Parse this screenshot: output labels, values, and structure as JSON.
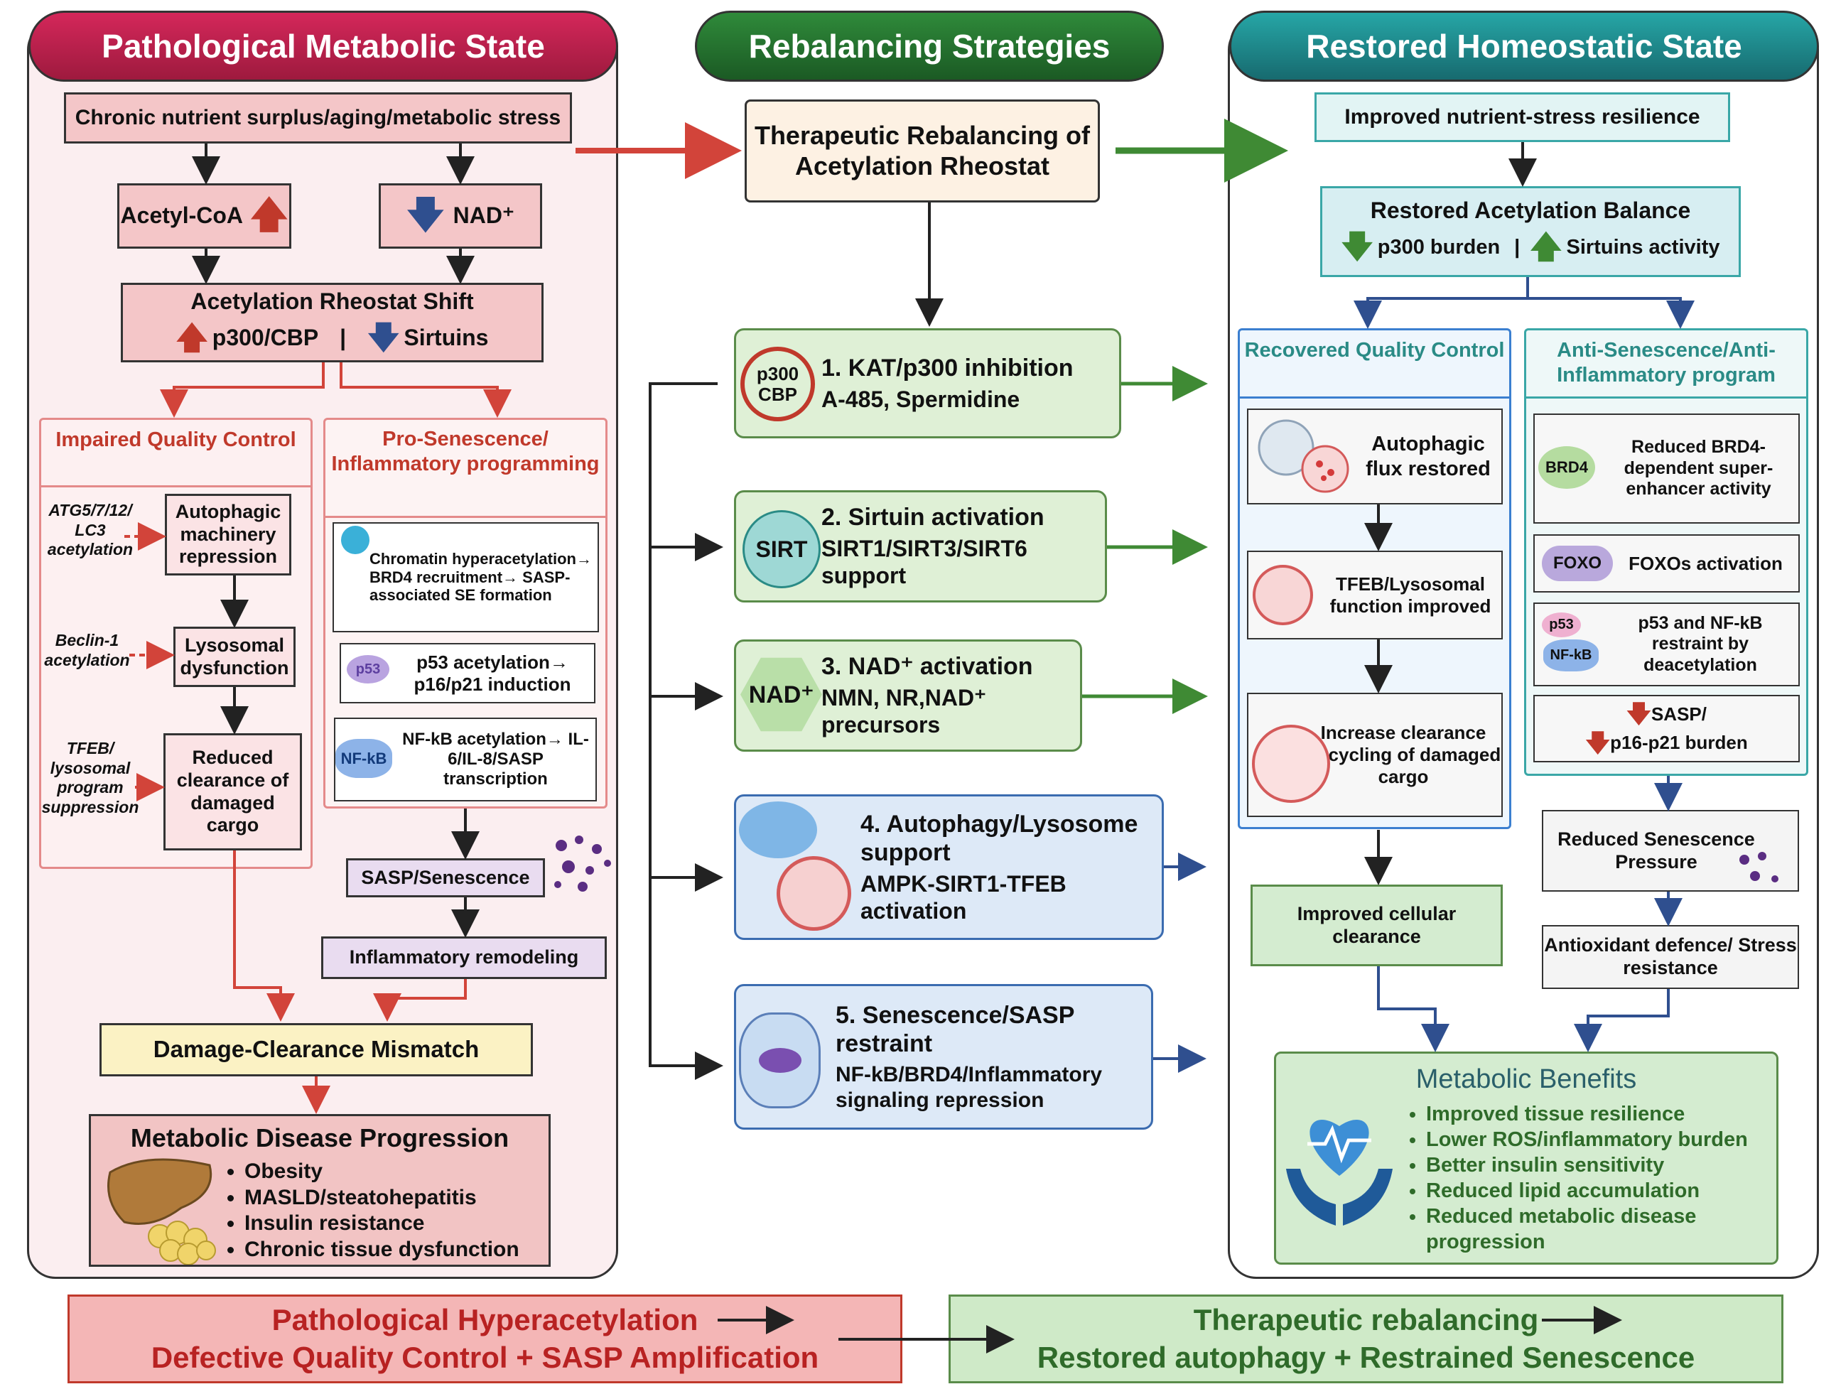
{
  "headers": {
    "left": "Pathological Metabolic State",
    "middle": "Rebalancing Strategies",
    "right": "Restored Homeostatic State"
  },
  "left": {
    "stress": "Chronic nutrient surplus/aging/metabolic stress",
    "acetyl": "Acetyl-CoA",
    "nad": "NAD⁺",
    "shift_title": "Acetylation Rheostat Shift",
    "shift_a": "p300/CBP",
    "shift_b": "Sirtuins",
    "iqc_title": "Impaired Quality Control",
    "iqc_l1": "ATG5/7/12/ LC3 acetylation",
    "iqc_b1": "Autophagic machinery repression",
    "iqc_l2": "Beclin-1 acetylation",
    "iqc_b2": "Lysosomal dysfunction",
    "iqc_l3": "TFEB/ lysosomal program suppression",
    "iqc_b3": "Reduced clearance of damaged cargo",
    "ps_title": "Pro-Senescence/ Inflammatory programming",
    "ps_b1": "Chromatin hyperacetylation→ BRD4 recruitment→ SASP-associated SE formation",
    "ps_p53": "p53",
    "ps_b2": "p53 acetylation→ p16/p21 induction",
    "ps_nfkb": "NF-kB",
    "ps_b3": "NF-kB acetylation→ IL-6/IL-8/SASP transcription",
    "sasp": "SASP/Senescence",
    "infl": "Inflammatory remodeling",
    "mismatch": "Damage-Clearance Mismatch",
    "prog_title": "Metabolic Disease Progression",
    "prog_items": [
      "Obesity",
      "MASLD/steatohepatitis",
      "Insulin resistance",
      "Chronic tissue dysfunction"
    ]
  },
  "middle": {
    "ther": "Therapeutic Rebalancing of Acetylation Rheostat",
    "s1_icon": "p300 CBP",
    "s1_t": "1. KAT/p300 inhibition",
    "s1_d": "A-485, Spermidine",
    "s2_icon": "SIRT",
    "s2_t": "2. Sirtuin activation",
    "s2_d": "SIRT1/SIRT3/SIRT6 support",
    "s3_icon": "NAD⁺",
    "s3_t": "3. NAD⁺ activation",
    "s3_d": "NMN, NR,NAD⁺ precursors",
    "s4_t": "4. Autophagy/Lysosome support",
    "s4_d": "AMPK-SIRT1-TFEB activation",
    "s5_t": "5. Senescence/SASP restraint",
    "s5_d": "NF-kB/BRD4/Inflammatory signaling repression"
  },
  "right": {
    "resil": "Improved nutrient-stress resilience",
    "bal_title": "Restored Acetylation Balance",
    "bal_a": "p300 burden",
    "bal_b": "Sirtuins activity",
    "rqc_title": "Recovered Quality Control",
    "rqc_b1": "Autophagic flux restored",
    "rqc_b2": "TFEB/Lysosomal function improved",
    "rqc_b3": "Increase clearance /recycling of damaged cargo",
    "as_title": "Anti-Senescence/Anti-Inflammatory program",
    "as_brd4": "BRD4",
    "as_b1": "Reduced BRD4-dependent super-enhancer activity",
    "as_foxo": "FOXO",
    "as_b2": "FOXOs activation",
    "as_p53": "p53",
    "as_nfkb": "NF-kB",
    "as_b3": "p53 and NF-kB restraint by deacetylation",
    "as_b4a": "SASP/",
    "as_b4b": "p16-p21 burden",
    "clear": "Improved cellular clearance",
    "senes": "Reduced Senescence Pressure",
    "antiox": "Antioxidant defence/ Stress resistance",
    "ben_title": "Metabolic Benefits",
    "ben_items": [
      "Improved tissue resilience",
      "Lower ROS/inflammatory burden",
      "Better insulin sensitivity",
      "Reduced lipid accumulation",
      "Reduced metabolic disease progression"
    ]
  },
  "bottom": {
    "l1": "Pathological Hyperacetylation",
    "l2": "Defective Quality Control + SASP Amplification",
    "r1": "Therapeutic rebalancing",
    "r2": "Restored autophagy + Restrained Senescence"
  },
  "colors": {
    "red": "#c0392b",
    "green": "#3f8a34",
    "blue": "#2f4f8f",
    "teal": "#1f7f7f"
  }
}
